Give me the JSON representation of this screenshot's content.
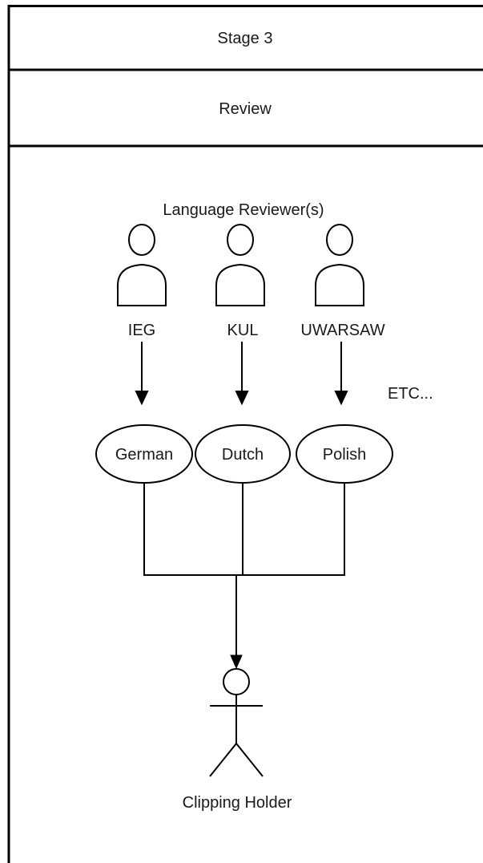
{
  "swimlane": {
    "stage_title": "Stage 3",
    "phase_title": "Review"
  },
  "reviewers": {
    "group_label": "Language Reviewer(s)",
    "etc_label": "ETC...",
    "items": [
      {
        "org": "IEG",
        "language": "German"
      },
      {
        "org": "KUL",
        "language": "Dutch"
      },
      {
        "org": "UWARSAW",
        "language": "Polish"
      }
    ]
  },
  "recipient": {
    "label": "Clipping Holder"
  },
  "colors": {
    "stroke": "#000000",
    "text": "#1a1a1a",
    "background": "#ffffff"
  }
}
